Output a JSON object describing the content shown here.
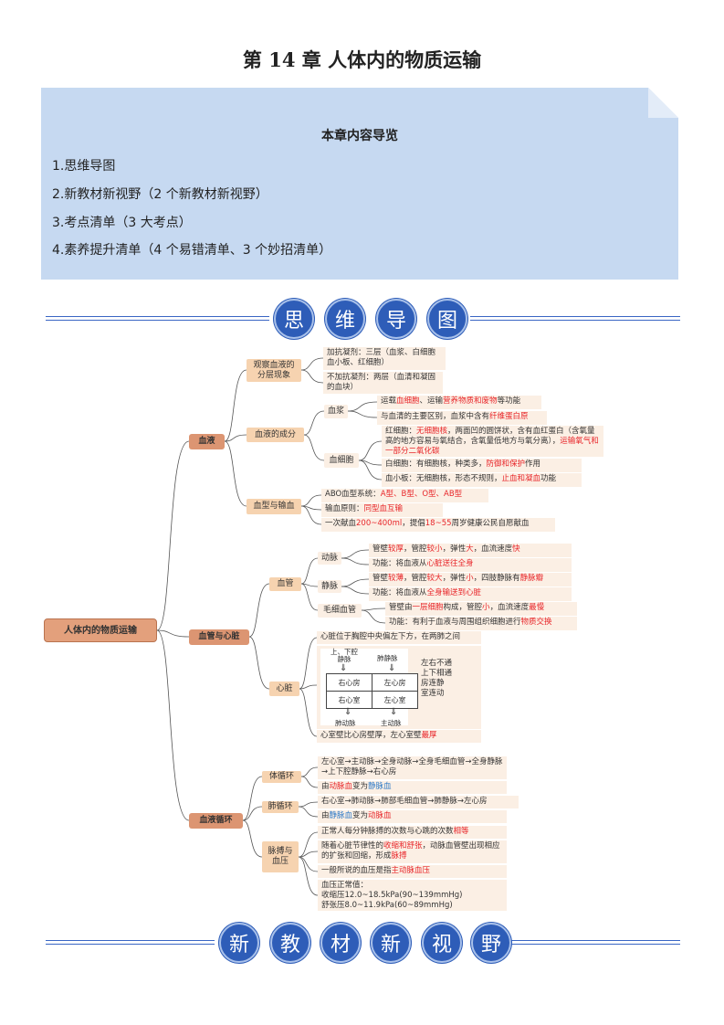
{
  "title": "第 14 章  人体内的物质运输",
  "guide": {
    "heading": "本章内容导览",
    "items": [
      "1.思维导图",
      "2.新教材新视野（2 个新教材新视野）",
      "3.考点清单（3 大考点）",
      "4.素养提升清单（4 个易错清单、3 个妙招清单）"
    ]
  },
  "banner1": [
    "思",
    "维",
    "导",
    "图"
  ],
  "banner2": [
    "新",
    "教",
    "材",
    "新",
    "视",
    "野"
  ],
  "colors": {
    "r": "#e8262a",
    "b": "#2f7bc8",
    "banner": "#2e5db8",
    "guide_bg": "#c6d9f1"
  },
  "mindmap": {
    "root": "人体内的物质运输",
    "blood": {
      "label": "血液",
      "layer": {
        "label": "观察血液的分层现象",
        "leaves": [
          [
            [
              "加抗凝剂：三层（血浆、白细胞血小板、红细胞）",
              ""
            ]
          ],
          [
            [
              "不加抗凝剂：两层（血清和凝固的血块）",
              ""
            ]
          ]
        ]
      },
      "comp": {
        "label": "血液的成分",
        "plasma": {
          "label": "血浆",
          "leaves": [
            [
              [
                "运载",
                ""
              ],
              [
                "血细胞",
                "r"
              ],
              [
                "、运输",
                ""
              ],
              [
                "营养物质和废物",
                "r"
              ],
              [
                "等功能",
                ""
              ]
            ],
            [
              [
                "与血清的主要区别，血浆中含有",
                ""
              ],
              [
                "纤维蛋白原",
                "r"
              ]
            ]
          ]
        },
        "cells": {
          "label": "血细胞",
          "leaves": [
            [
              [
                "红细胞：",
                ""
              ],
              [
                "无细胞核",
                "r"
              ],
              [
                "，两面凹的圆饼状，含有血红蛋白（含氧量高的地方容易与氧结合，含氧量低地方与氧分离），",
                ""
              ],
              [
                "运输氧气和一部分二氧化碳",
                "r"
              ]
            ],
            [
              [
                "白细胞：有细胞核，种类多，",
                ""
              ],
              [
                "防御和保护",
                "r"
              ],
              [
                "作用",
                ""
              ]
            ],
            [
              [
                "血小板：无细胞核，形态不规则，",
                ""
              ],
              [
                "止血和凝血",
                "r"
              ],
              [
                "功能",
                ""
              ]
            ]
          ]
        }
      },
      "type": {
        "label": "血型与输血",
        "leaves": [
          [
            [
              "ABO血型系统：",
              ""
            ],
            [
              "A型、B型、O型、AB型",
              "r"
            ]
          ],
          [
            [
              "输血原则：",
              ""
            ],
            [
              "同型血互输",
              "r"
            ]
          ],
          [
            [
              "一次献血",
              ""
            ],
            [
              "200~400ml",
              "r"
            ],
            [
              "，提倡",
              ""
            ],
            [
              "18~55",
              "r"
            ],
            [
              "周岁健康公民自愿献血",
              ""
            ]
          ]
        ]
      }
    },
    "vessel": {
      "label": "血管与心脏",
      "vessels": {
        "label": "血管",
        "artery": {
          "label": "动脉",
          "leaves": [
            [
              [
                "管壁",
                ""
              ],
              [
                "较厚",
                "r"
              ],
              [
                "，管腔",
                ""
              ],
              [
                "较小",
                "r"
              ],
              [
                "，弹性",
                ""
              ],
              [
                "大",
                "r"
              ],
              [
                "，血流速度",
                ""
              ],
              [
                "快",
                "r"
              ]
            ],
            [
              [
                "功能：将血液从",
                ""
              ],
              [
                "心脏送往全身",
                "r"
              ]
            ]
          ]
        },
        "vein": {
          "label": "静脉",
          "leaves": [
            [
              [
                "管壁",
                ""
              ],
              [
                "较薄",
                "r"
              ],
              [
                "，管腔",
                ""
              ],
              [
                "较大",
                "r"
              ],
              [
                "，弹性",
                ""
              ],
              [
                "小",
                "r"
              ],
              [
                "，四肢静脉有",
                ""
              ],
              [
                "静脉瓣",
                "r"
              ]
            ],
            [
              [
                "功能：将血液从",
                ""
              ],
              [
                "全身输送到心脏",
                "r"
              ]
            ]
          ]
        },
        "cap": {
          "label": "毛细血管",
          "leaves": [
            [
              [
                "管壁由",
                ""
              ],
              [
                "一层细胞",
                "r"
              ],
              [
                "构成，管腔",
                ""
              ],
              [
                "小",
                "r"
              ],
              [
                "，血流速度",
                ""
              ],
              [
                "最慢",
                "r"
              ]
            ],
            [
              [
                "功能：有利于血液与周围组织细胞进行",
                ""
              ],
              [
                "物质交换",
                "r"
              ]
            ]
          ]
        }
      },
      "heart": {
        "label": "心脏",
        "pos": [
          [
            "心脏位于胸腔中央偏左下方，在两肺之间",
            ""
          ]
        ],
        "diagram": {
          "top_left": "上、下腔静脉",
          "top_right": "肺静脉",
          "ra": "右心房",
          "la": "左心房",
          "rv": "右心室",
          "lv": "左心室",
          "bottom_left": "肺动脉",
          "bottom_right": "主动脉",
          "rhyme": [
            "左右不通",
            "上下相通",
            "房连静",
            "室连动"
          ]
        },
        "wall": [
          [
            "心室壁比心房壁厚，左心室壁",
            ""
          ],
          [
            "最厚",
            "r"
          ]
        ]
      }
    },
    "circ": {
      "label": "血液循环",
      "body": {
        "label": "体循环",
        "leaves": [
          [
            [
              "左心室→主动脉→全身动脉→全身毛细血管→全身静脉→上下腔静脉→右心房",
              ""
            ]
          ],
          [
            [
              "由",
              ""
            ],
            [
              "动脉血",
              "r"
            ],
            [
              "变为",
              ""
            ],
            [
              "静脉血",
              "b"
            ]
          ]
        ]
      },
      "lung": {
        "label": "肺循环",
        "leaves": [
          [
            [
              "右心室→肺动脉→肺部毛细血管→肺静脉→左心房",
              ""
            ]
          ],
          [
            [
              "由",
              ""
            ],
            [
              "静脉血",
              "b"
            ],
            [
              "变为",
              ""
            ],
            [
              "动脉血",
              "r"
            ]
          ]
        ]
      },
      "pulse": {
        "label": "脉搏与血压",
        "leaves": [
          [
            [
              "正常人每分钟脉搏的次数与心跳的次数",
              ""
            ],
            [
              "相等",
              "r"
            ]
          ],
          [
            [
              "随着心脏节律性的",
              ""
            ],
            [
              "收缩和舒张",
              "r"
            ],
            [
              "，动脉血管壁出现相应的扩张和回缩，形成",
              ""
            ],
            [
              "脉搏",
              "r"
            ]
          ],
          [
            [
              "一般所说的血压是指",
              ""
            ],
            [
              "主动脉血压",
              "r"
            ]
          ],
          [
            [
              "血压正常值：\n收缩压12.0~18.5kPa(90~139mmHg)\n舒张压8.0~11.9kPa(60~89mmHg)",
              ""
            ]
          ]
        ]
      }
    }
  }
}
